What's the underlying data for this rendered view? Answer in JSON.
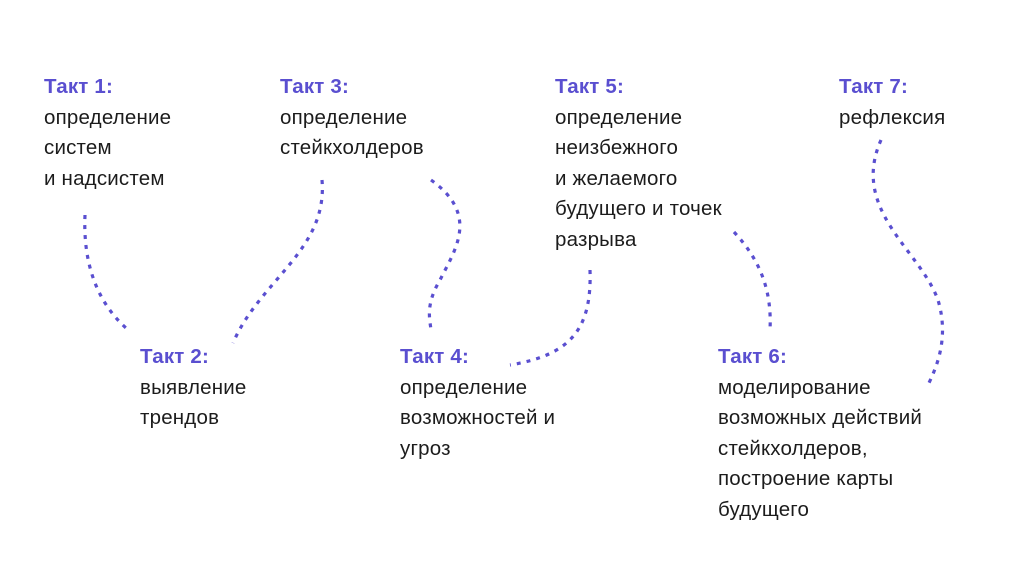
{
  "accent_color": "#5a4fd0",
  "steps": [
    {
      "title": "Такт 1:",
      "lines": [
        "определение",
        "систем",
        "и надсистем"
      ]
    },
    {
      "title": "Такт 2:",
      "lines": [
        "выявление",
        "трендов"
      ]
    },
    {
      "title": "Такт 3:",
      "lines": [
        "определение",
        "стейкхолдеров"
      ]
    },
    {
      "title": "Такт 4:",
      "lines": [
        "определение",
        "возможностей и",
        "угроз"
      ]
    },
    {
      "title": "Такт 5:",
      "lines": [
        "определение",
        "неизбежного",
        "и желаемого",
        "будущего и точек",
        "разрыва"
      ]
    },
    {
      "title": "Такт 6:",
      "lines": [
        "моделирование",
        "возможных действий",
        "стейкхолдеров,",
        "построение карты",
        "будущего"
      ]
    },
    {
      "title": "Такт 7:",
      "lines": [
        "рефлексия"
      ]
    }
  ]
}
